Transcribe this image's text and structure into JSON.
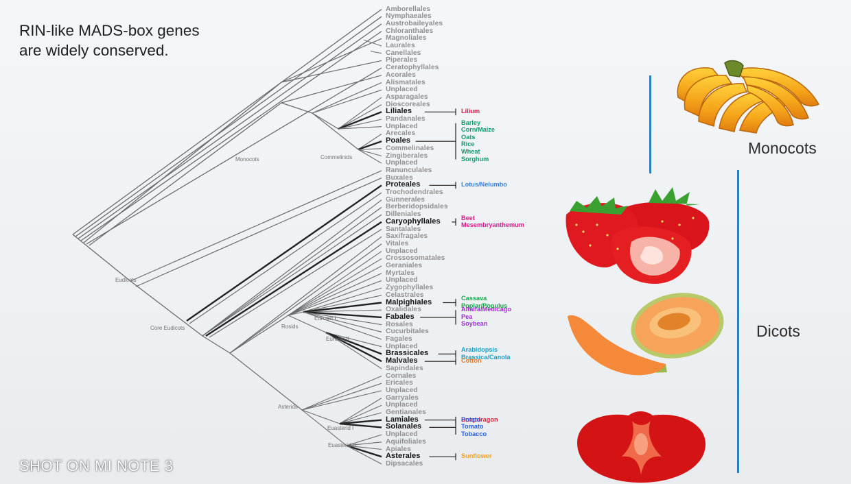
{
  "title": "RIN-like MADS-box genes\nare widely conserved.",
  "orders": [
    "Amborellales",
    "Nymphaeales",
    "Austrobaileyales",
    "Chloranthales",
    "Magnoliales",
    "Laurales",
    "Canellales",
    "Piperales",
    "Ceratophyllales",
    "Acorales",
    "Alismatales",
    "Unplaced",
    "Asparagales",
    "Dioscoreales",
    "Liliales",
    "Pandanales",
    "Unplaced",
    "Arecales",
    "Poales",
    "Commelinales",
    "Zingiberales",
    "Unplaced",
    "Ranunculales",
    "Buxales",
    "Proteales",
    "Trochodendrales",
    "Gunnerales",
    "Berberidopsidales",
    "Dilleniales",
    "Caryophyllales",
    "Santalales",
    "Saxifragales",
    "Vitales",
    "Unplaced",
    "Crossosomatales",
    "Geraniales",
    "Myrtales",
    "Unplaced",
    "Zygophyllales",
    "Celastrales",
    "Malpighiales",
    "Oxalidales",
    "Fabales",
    "Rosales",
    "Cucurbitales",
    "Fagales",
    "Unplaced",
    "Brassicales",
    "Malvales",
    "Sapindales",
    "Cornales",
    "Ericales",
    "Unplaced",
    "Garryales",
    "Unplaced",
    "Gentianales",
    "Lamiales",
    "Solanales",
    "Unplaced",
    "Aquifoliales",
    "Apiales",
    "Asterales",
    "Dipsacales"
  ],
  "highlighted": [
    "Liliales",
    "Poales",
    "Proteales",
    "Caryophyllales",
    "Malpighiales",
    "Fabales",
    "Brassicales",
    "Malvales",
    "Lamiales",
    "Solanales",
    "Asterales"
  ],
  "clades": {
    "monocots": "Monocots",
    "commelinids": "Commelinids",
    "eudicots": "Eudicots",
    "core_eudicots": "Core Eudicots",
    "rosids": "Rosids",
    "eurosid1": "Eurosid I",
    "eurosid2": "Eurosid II",
    "asterids": "Asterids",
    "euasterid1": "Euasterid I",
    "euasterid2": "Euasterid II"
  },
  "gene_groups": [
    {
      "order": "Liliales",
      "color": "#e0164a",
      "species": [
        "Lilium"
      ]
    },
    {
      "order": "Poales",
      "color": "#0e9a6e",
      "species": [
        "Barley",
        "Corn/Maize",
        "Oats",
        "Rice",
        "Wheat",
        "Sorghum"
      ]
    },
    {
      "order": "Proteales",
      "color": "#3a7fd6",
      "species": [
        "Lotus/Nelumbo"
      ]
    },
    {
      "order": "Caryophyllales",
      "color": "#d01c8b",
      "species": [
        "Beet",
        "Mesembryanthemum"
      ]
    },
    {
      "order": "Malpighiales",
      "color": "#1aa84a",
      "species": [
        "Cassava",
        "Poplar/Populus"
      ]
    },
    {
      "order": "Fabales",
      "color": "#a22bd0",
      "species": [
        "Alfalfa/Medicago",
        "Pea",
        "Soybean"
      ]
    },
    {
      "order": "Brassicales",
      "color": "#1aa0c8",
      "species": [
        "Arabidopsis",
        "Brassica/Canola"
      ]
    },
    {
      "order": "Malvales",
      "color": "#f07a1a",
      "species": [
        "Cotton"
      ]
    },
    {
      "order": "Lamiales",
      "color": "#e81c3a",
      "species": [
        "Snapdragon"
      ]
    },
    {
      "order": "Solanales",
      "color": "#2a5be0",
      "species": [
        "Potato",
        "Tomato",
        "Tobacco"
      ]
    },
    {
      "order": "Asterales",
      "color": "#f0a020",
      "species": [
        "Sunflower"
      ]
    }
  ],
  "groups": {
    "monocots": "Monocots",
    "dicots": "Dicots"
  },
  "fruit_icons": [
    "banana-bunch",
    "strawberries",
    "cantaloupe-slice",
    "tomato-half"
  ],
  "bar_color": "#2f7fbf",
  "watermark": "SHOT ON MI NOTE 3"
}
